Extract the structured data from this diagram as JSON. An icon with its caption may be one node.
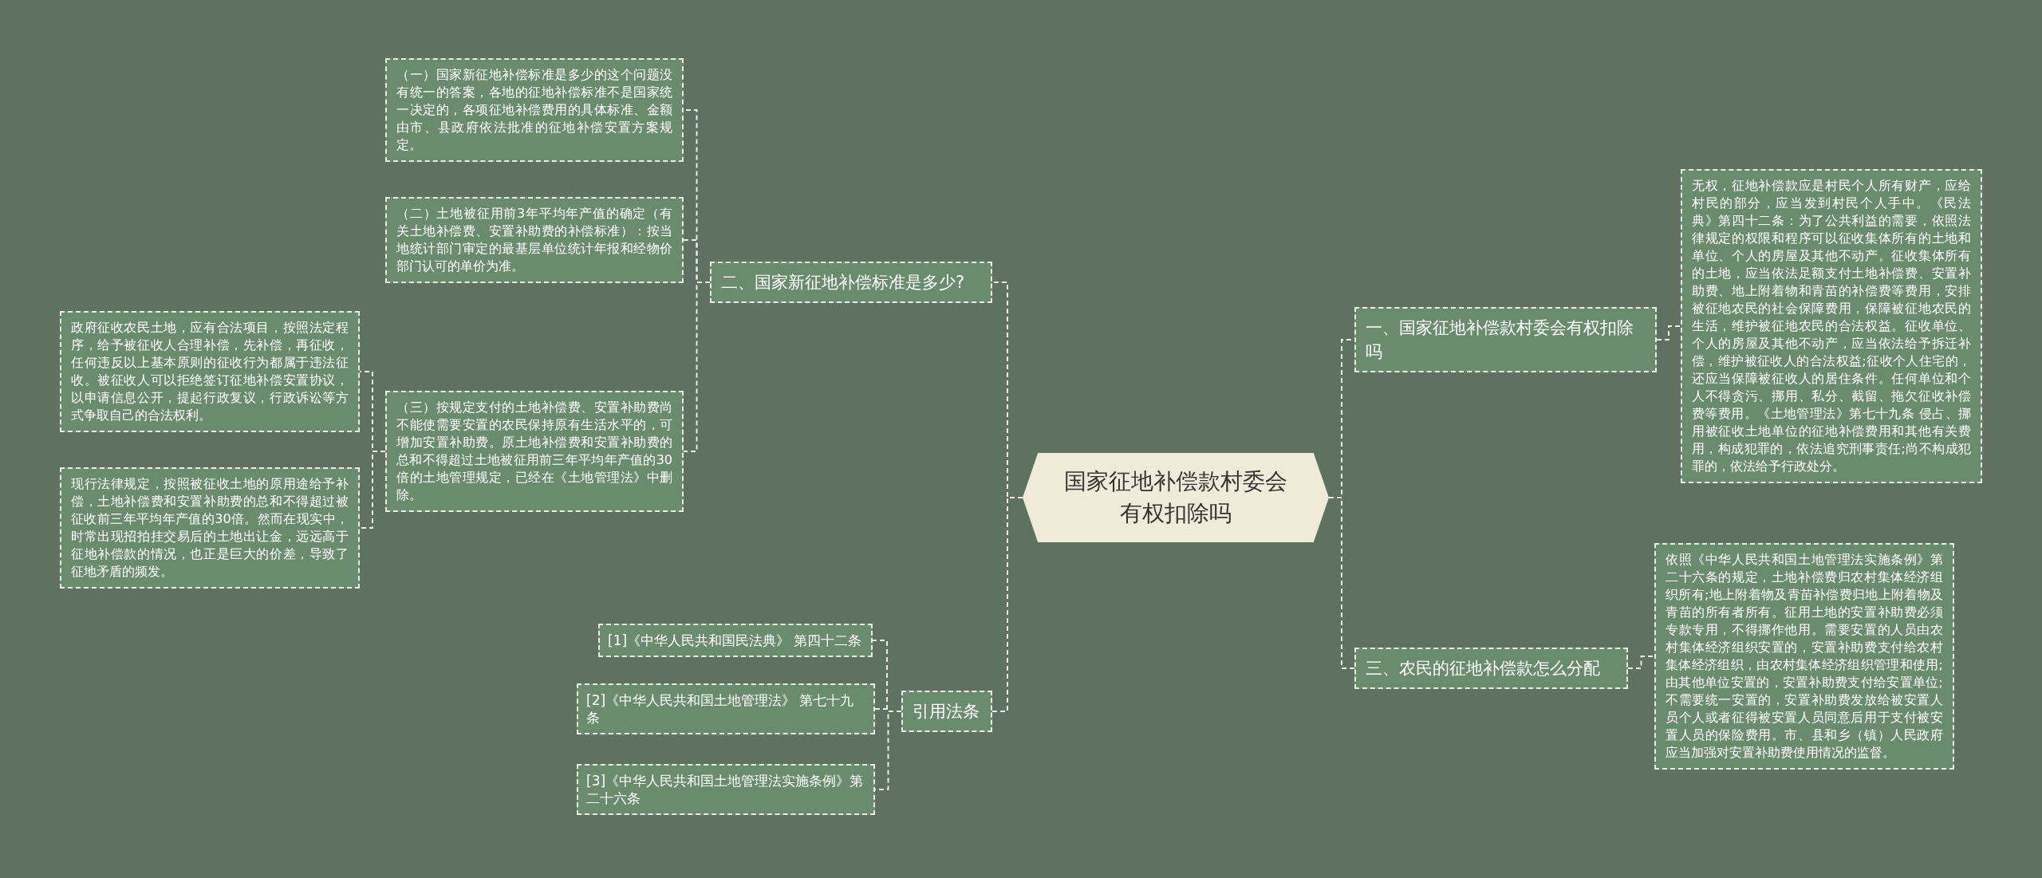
{
  "diagram": {
    "nodes": [
      {
        "text": [
          "国家征地补偿款村委会有权扣除吗"
        ]
      },
      {
        "text": [
          "二、国家新征地补偿标准是多少?"
        ]
      },
      {
        "text": [
          "（一）国家新征地补偿标准是多少的这个问题没有统一的答案，各地的征地补偿标准不是国家统一决定的，各项征地补偿费用的具体标准、金额由市、县政府依法批准的征地补偿安置方案规定。"
        ]
      },
      {
        "text": [
          "（二）土地被征用前3年平均年产值的确定（有关土地补偿费、安置补助费的补偿标准）：按当地统计部门审定的最基层单位统计年报和经物价部门认可的单价为准。"
        ]
      },
      {
        "text": [
          "（三）按规定支付的土地补偿费、安置补助费尚不能使需要安置的农民保持原有生活水平的，可增加安置补助费。原土地补偿费和安置补助费的总和不得超过土地被征用前三年平均年产值的30倍的土地管理规定，已经在《土地管理法》中删除。"
        ]
      },
      {
        "text": [
          "政府征收农民土地，应有合法项目，按照法定程序，给予被征收人合理补偿，先补偿，再征收，任何违反以上基本原则的征收行为都属于违法征收。被征收人可以拒绝签订征地补偿安置协议，以申请信息公开，提起行政复议，行政诉讼等方式争取自己的合法权利。"
        ]
      },
      {
        "text": [
          "现行法律规定，按照被征收土地的原用途给予补偿，土地补偿费和安置补助费的总和不得超过被征收前三年平均年产值的30倍。然而在现实中，时常出现招拍挂交易后的土地出让金，远远高于征地补偿款的情况，也正是巨大的价差，导致了征地矛盾的频发。"
        ]
      },
      {
        "text": [
          "引用法条"
        ]
      },
      {
        "text": [
          "[1]《中华人民共和国民法典》 第四十二条"
        ]
      },
      {
        "text": [
          "[2]《中华人民共和国土地管理法》 第七十九条"
        ]
      },
      {
        "text": [
          "[3]《中华人民共和国土地管理法实施条例》第二十六条"
        ]
      },
      {
        "text": [
          "一、国家征地补偿款村委会有权扣除吗"
        ]
      },
      {
        "text": [
          "无权，征地补偿款应是村民个人所有财产，应给村民的部分，应当发到村民个人手中。《民法典》第四十二条：为了公共利益的需要，依照法律规定的权限和程序可以征收集体所有的土地和单位、个人的房屋及其他不动产。征收集体所有的土地，应当依法足额支付土地补偿费、安置补助费、地上附着物和青苗的补偿费等费用，安排被征地农民的社会保障费用，保障被征地农民的生活，维护被征地农民的合法权益。征收单位、个人的房屋及其他不动产，应当依法给予拆迁补偿，维护被征收人的合法权益;征收个人住宅的，还应当保障被征收人的居住条件。任何单位和个人不得贪污、挪用、私分、截留、拖欠征收补偿费等费用。《土地管理法》第七十九条 侵占、挪用被征收土地单位的征地补偿费用和其他有关费用，构成犯罪的，依法追究刑事责任;尚不构成犯罪的，依法给予行政处分。"
        ]
      },
      {
        "text": [
          "三、农民的征地补偿款怎么分配"
        ]
      },
      {
        "text": [
          "依照《中华人民共和国土地管理法实施条例》第二十六条的规定，土地补偿费归农村集体经济组织所有;地上附着物及青苗补偿费归地上附着物及青苗的所有者所有。征用土地的安置补助费必须专款专用，不得挪作他用。需要安置的人员由农村集体经济组织安置的，安置补助费支付给农村集体经济组织，由农村集体经济组织管理和使用;由其他单位安置的，安置补助费支付给安置单位;不需要统一安置的，安置补助费发放给被安置人员个人或者征得被安置人员同意后用于支付被安置人员的保险费用。市、县和乡（镇）人民政府应当加强对安置补助费使用情况的监督。"
        ]
      }
    ],
    "edges": [
      {
        "from": 0,
        "to": 1,
        "arrow": "none"
      },
      {
        "from": 1,
        "to": 2,
        "arrow": "none"
      },
      {
        "from": 1,
        "to": 3,
        "arrow": "none"
      },
      {
        "from": 1,
        "to": 4,
        "arrow": "none"
      },
      {
        "from": 4,
        "to": 5,
        "arrow": "none"
      },
      {
        "from": 4,
        "to": 6,
        "arrow": "none"
      },
      {
        "from": 0,
        "to": 7,
        "arrow": "none"
      },
      {
        "from": 7,
        "to": 8,
        "arrow": "none"
      },
      {
        "from": 7,
        "to": 9,
        "arrow": "none"
      },
      {
        "from": 7,
        "to": 10,
        "arrow": "none"
      },
      {
        "from": 0,
        "to": 11,
        "arrow": "none"
      },
      {
        "from": 11,
        "to": 12,
        "arrow": "none"
      },
      {
        "from": 0,
        "to": 13,
        "arrow": "none"
      },
      {
        "from": 13,
        "to": 14,
        "arrow": "none"
      }
    ]
  }
}
